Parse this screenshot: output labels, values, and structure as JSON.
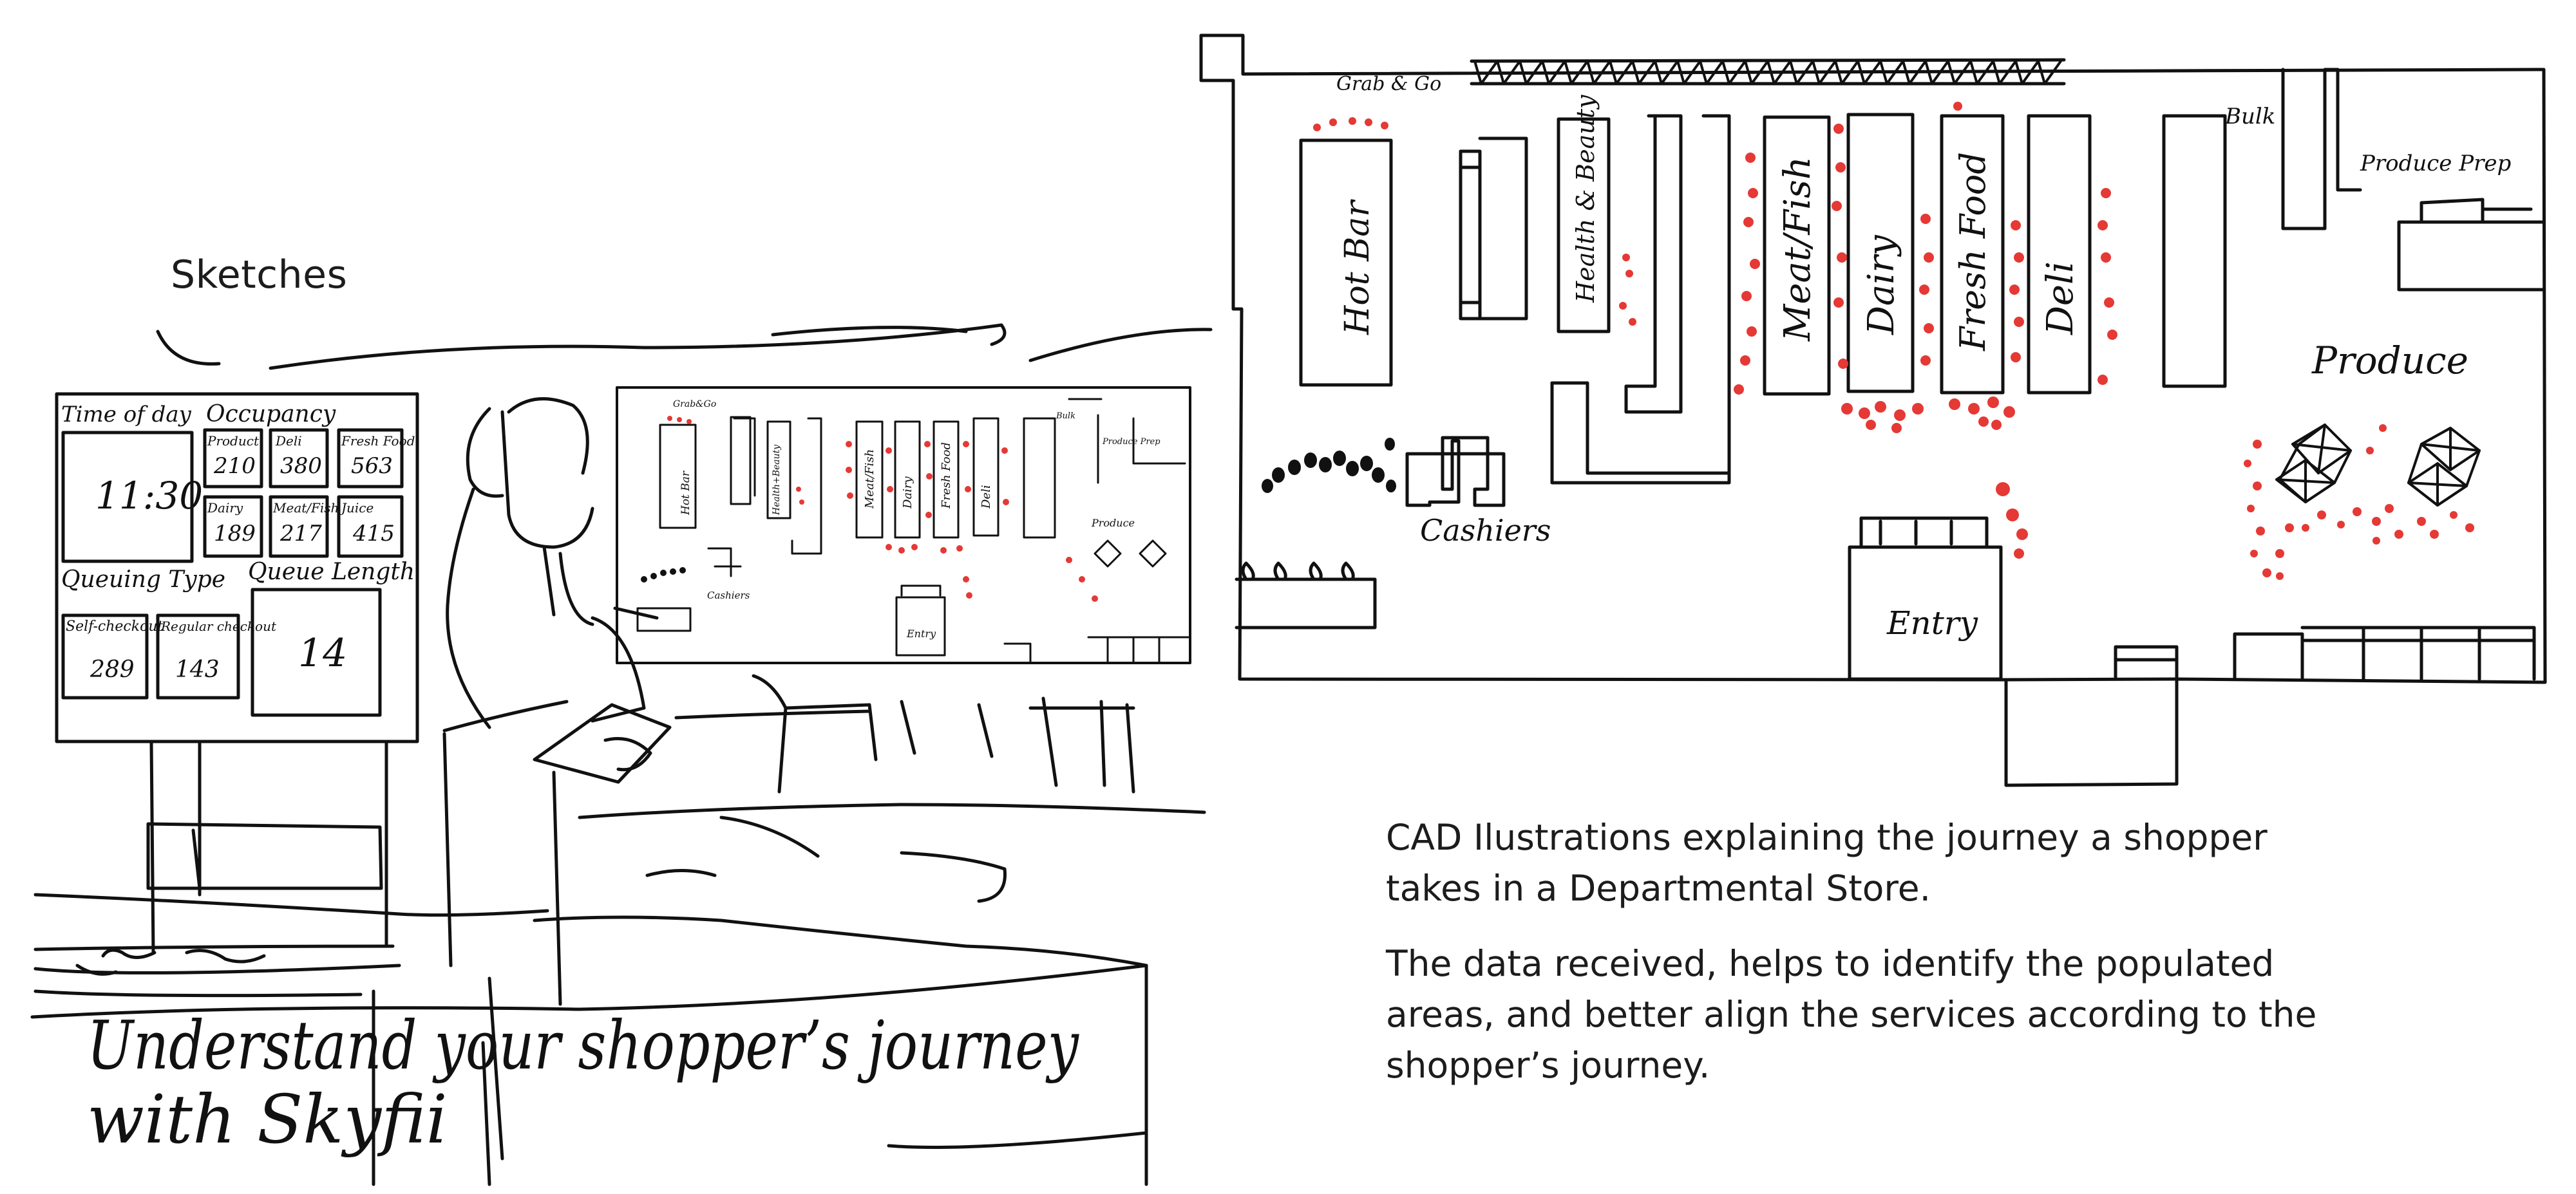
{
  "page": {
    "title": "Sketches",
    "description": [
      "CAD Ilustrations explaining the journey a shopper takes in a Departmental Store.",
      "The data received, helps to identify the populated areas, and better align the services according to the shopper’s journey."
    ]
  },
  "dashboard": {
    "time_label": "Time of day",
    "time_value": "11:30",
    "occupancy_label": "Occupancy",
    "occupancy": [
      {
        "label": "Product",
        "value": "210"
      },
      {
        "label": "Deli",
        "value": "380"
      },
      {
        "label": "Fresh Food",
        "value": "563"
      },
      {
        "label": "Dairy",
        "value": "189"
      },
      {
        "label": "Meat/Fish",
        "value": "217"
      },
      {
        "label": "Juice",
        "value": "415"
      }
    ],
    "queuing_label": "Queuing Type",
    "queue_length_label": "Queue Length",
    "queue_length_value": "14",
    "queue_types": [
      {
        "label": "Self-checkout",
        "value": "289"
      },
      {
        "label": "Regular checkout",
        "value": "143"
      }
    ]
  },
  "caption": {
    "line1": "Understand your shopper’s journey",
    "line2": "with Skyfii"
  },
  "store_map": {
    "grab_and_go": "Grab & Go",
    "bulk": "Bulk",
    "produce_prep": "Produce Prep",
    "hot_bar": "Hot Bar",
    "health_beauty": "Health & Beauty",
    "meat_fish": "Meat/Fish",
    "dairy": "Dairy",
    "fresh_food": "Fresh Food",
    "deli": "Deli",
    "produce": "Produce",
    "cashiers": "Cashiers",
    "entry": "Entry"
  },
  "colors": {
    "ink": "#111111",
    "heat": "#e53935",
    "text": "#1c1c1c"
  }
}
